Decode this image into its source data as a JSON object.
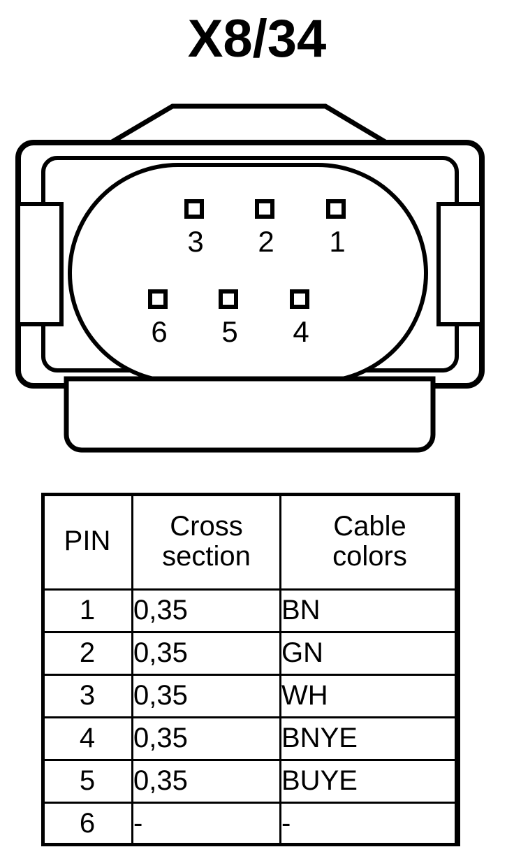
{
  "title": "X8/34",
  "connector": {
    "name": "6-way-connector-face-view",
    "pins": [
      {
        "number": "1",
        "row": "top",
        "col": 2
      },
      {
        "number": "2",
        "row": "top",
        "col": 1
      },
      {
        "number": "3",
        "row": "top",
        "col": 0
      },
      {
        "number": "4",
        "row": "bottom",
        "col": 2
      },
      {
        "number": "5",
        "row": "bottom",
        "col": 1
      },
      {
        "number": "6",
        "row": "bottom",
        "col": 0
      }
    ],
    "top_row_labels": [
      "3",
      "2",
      "1"
    ],
    "bottom_row_labels": [
      "6",
      "5",
      "4"
    ],
    "stroke_color": "#000000",
    "fill_color": "#ffffff"
  },
  "table": {
    "headers": {
      "pin": [
        "PIN"
      ],
      "cross_section": [
        "Cross",
        "section"
      ],
      "cable_colors": [
        "Cable",
        "colors"
      ]
    },
    "rows": [
      {
        "pin": "1",
        "cross_section": "0,35",
        "cable_colors": "BN"
      },
      {
        "pin": "2",
        "cross_section": "0,35",
        "cable_colors": "GN"
      },
      {
        "pin": "3",
        "cross_section": "0,35",
        "cable_colors": "WH"
      },
      {
        "pin": "4",
        "cross_section": "0,35",
        "cable_colors": "BNYE"
      },
      {
        "pin": "5",
        "cross_section": "0,35",
        "cable_colors": "BUYE"
      },
      {
        "pin": "6",
        "cross_section": "-",
        "cable_colors": "-"
      }
    ]
  }
}
